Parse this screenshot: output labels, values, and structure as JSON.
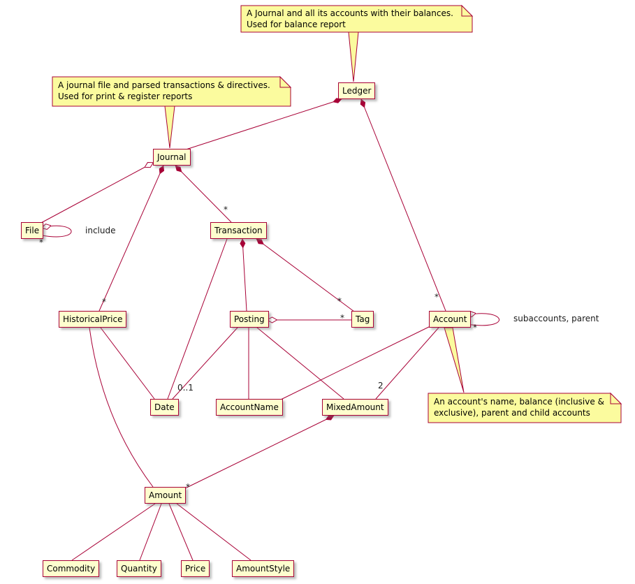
{
  "diagram": {
    "kind": "uml-class-diagram",
    "colors": {
      "class_bg": "#FEFECE",
      "class_border": "#A80036",
      "edge": "#A80036",
      "note_bg": "#FBFB9E"
    },
    "nodes": [
      {
        "id": "ledger",
        "label": "Ledger"
      },
      {
        "id": "journal",
        "label": "Journal"
      },
      {
        "id": "file",
        "label": "File"
      },
      {
        "id": "transaction",
        "label": "Transaction"
      },
      {
        "id": "historicalprice",
        "label": "HistoricalPrice"
      },
      {
        "id": "posting",
        "label": "Posting"
      },
      {
        "id": "tag",
        "label": "Tag"
      },
      {
        "id": "account",
        "label": "Account"
      },
      {
        "id": "date",
        "label": "Date"
      },
      {
        "id": "accountname",
        "label": "AccountName"
      },
      {
        "id": "mixedamount",
        "label": "MixedAmount"
      },
      {
        "id": "amount",
        "label": "Amount"
      },
      {
        "id": "commodity",
        "label": "Commodity"
      },
      {
        "id": "quantity",
        "label": "Quantity"
      },
      {
        "id": "price",
        "label": "Price"
      },
      {
        "id": "amountstyle",
        "label": "AmountStyle"
      }
    ],
    "notes": [
      {
        "target": "Ledger",
        "text": "A Journal and all its accounts with their balances.\nUsed for balance report"
      },
      {
        "target": "Journal",
        "text": "A journal file and parsed transactions & directives.\nUsed for print & register reports"
      },
      {
        "target": "Account",
        "text": "An account's name, balance (inclusive &\nexclusive), parent and child accounts"
      }
    ],
    "labels": [
      {
        "text": "include"
      },
      {
        "text": "*"
      },
      {
        "text": "*"
      },
      {
        "text": "*"
      },
      {
        "text": "*"
      },
      {
        "text": "*"
      },
      {
        "text": "*"
      },
      {
        "text": "*"
      },
      {
        "text": "subaccounts, parent"
      },
      {
        "text": "0..1"
      },
      {
        "text": "2"
      },
      {
        "text": "*"
      }
    ],
    "edges": [
      {
        "from": "Ledger",
        "to": "Journal",
        "type": "composition"
      },
      {
        "from": "Ledger",
        "to": "Account",
        "type": "composition",
        "multiplicity": "*"
      },
      {
        "from": "Journal",
        "to": "File",
        "type": "aggregation"
      },
      {
        "from": "File",
        "to": "File",
        "type": "aggregation",
        "label": "include",
        "multiplicity": "*"
      },
      {
        "from": "Journal",
        "to": "Transaction",
        "type": "composition",
        "multiplicity": "*"
      },
      {
        "from": "Journal",
        "to": "HistoricalPrice",
        "type": "composition",
        "multiplicity": "*"
      },
      {
        "from": "Transaction",
        "to": "Posting",
        "type": "composition"
      },
      {
        "from": "Transaction",
        "to": "Tag",
        "type": "composition",
        "multiplicity": "*"
      },
      {
        "from": "Transaction",
        "to": "Date",
        "type": "association"
      },
      {
        "from": "Posting",
        "to": "Tag",
        "type": "aggregation",
        "multiplicity": "*"
      },
      {
        "from": "Posting",
        "to": "Date",
        "type": "association",
        "multiplicity": "0..1"
      },
      {
        "from": "Posting",
        "to": "AccountName",
        "type": "association"
      },
      {
        "from": "Posting",
        "to": "MixedAmount",
        "type": "association"
      },
      {
        "from": "HistoricalPrice",
        "to": "Date",
        "type": "association"
      },
      {
        "from": "HistoricalPrice",
        "to": "Amount",
        "type": "association"
      },
      {
        "from": "Account",
        "to": "Account",
        "type": "aggregation",
        "label": "subaccounts, parent",
        "multiplicity": "*"
      },
      {
        "from": "Account",
        "to": "AccountName",
        "type": "association"
      },
      {
        "from": "Account",
        "to": "MixedAmount",
        "type": "association",
        "multiplicity": "2"
      },
      {
        "from": "MixedAmount",
        "to": "Amount",
        "type": "composition",
        "multiplicity": "*"
      },
      {
        "from": "Amount",
        "to": "Commodity",
        "type": "association"
      },
      {
        "from": "Amount",
        "to": "Quantity",
        "type": "association"
      },
      {
        "from": "Amount",
        "to": "Price",
        "type": "association"
      },
      {
        "from": "Amount",
        "to": "AmountStyle",
        "type": "association"
      }
    ]
  }
}
